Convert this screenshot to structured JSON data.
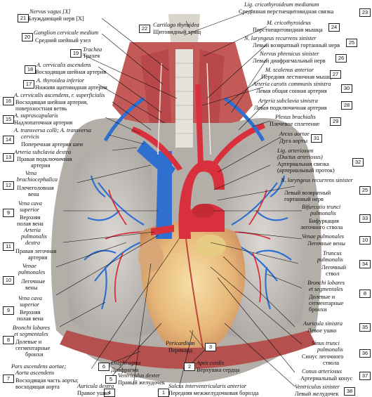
{
  "labels": {
    "n21": {
      "num": "21",
      "lat": "Nervus vagus [X]",
      "ru": "Блуждающий нерв [X]"
    },
    "n20": {
      "num": "20",
      "lat": "Ganglion cervicale medium",
      "ru": "Средний шейный узел"
    },
    "n19": {
      "num": "19",
      "lat": "Trachea",
      "ru": "Трахея"
    },
    "n18": {
      "num": "18",
      "lat": "A. cervicalis ascendens",
      "ru": "Восходящая шейная артерия"
    },
    "n17": {
      "num": "17",
      "lat": "A. thyroidea inferior",
      "ru": "Нижняя щитовидная артерия"
    },
    "n16": {
      "num": "16",
      "lat1": "A. cervicalis ascendens, r. superficialis",
      "ru1": "Восходящая шейная артерия,",
      "ru2": "поверхностная ветвь"
    },
    "n15": {
      "num": "15",
      "lat": "A. suprascapularis",
      "ru": "Надлопаточная артерия"
    },
    "n14": {
      "num": "14",
      "lat1": "A. transversa colli; A. transversa",
      "lat2": "cervicis",
      "ru": "Поперечная артерия шеи"
    },
    "n13": {
      "num": "13",
      "lat": "Arteria subclavia dextra",
      "ru1": "Правая подключичная",
      "ru2": "артерия"
    },
    "n12": {
      "num": "12",
      "lat1": "Vena",
      "lat2": "brachiocephalica",
      "ru1": "Плечеголовная",
      "ru2": "вена"
    },
    "n9a": {
      "num": "9",
      "lat1": "Vena cava",
      "lat2": "superior",
      "ru1": "Верхняя",
      "ru2": "полая вена"
    },
    "n11": {
      "num": "11",
      "lat1": "Arteria",
      "lat2": "pulmonalis",
      "lat3": "dextra",
      "ru1": "Правая легочная",
      "ru2": "артерия"
    },
    "n10a": {
      "num": "10",
      "lat1": "Venae",
      "lat2": "pulmonales",
      "ru1": "Легочные",
      "ru2": "вены"
    },
    "n9b": {
      "num": "9",
      "lat1": "Vena cava",
      "lat2": "superior",
      "ru1": "Верхняя",
      "ru2": "полая вена"
    },
    "n8a": {
      "num": "8",
      "lat1": "Bronchi lobares",
      "lat2": "et segmentales",
      "ru1": "Долевые и",
      "ru2": "сегментарные",
      "ru3": "бронхи"
    },
    "n7": {
      "num": "7",
      "lat1": "Pars ascendens aortae;",
      "lat2": "Aorta ascendens",
      "ru1": "Восходящая часть аорты;",
      "ru2": "восходящая аорта"
    },
    "n6": {
      "num": "6",
      "lat": "Diaphragma",
      "ru": "Диафрагма"
    },
    "n5": {
      "num": "5",
      "lat": "Ventriculus dexter",
      "ru": "Правый желудочек"
    },
    "n4": {
      "num": "4",
      "lat": "Auricula dextra",
      "ru": "Правое ушко"
    },
    "n3": {
      "num": "3",
      "lat": "Pericardium",
      "ru": "Перикард"
    },
    "n2": {
      "num": "2",
      "lat": "Apex cordis",
      "ru": "Верхушка сердца"
    },
    "n1": {
      "num": "1",
      "lat": "Sulcus interventricularis anterior",
      "ru": "Передняя межжелудочковая борозда"
    },
    "n22": {
      "num": "22",
      "lat": "Cartilago thyroidea",
      "ru": "Щитовидный хрящ"
    },
    "n23": {
      "num": "23",
      "lat": "Lig. cricothyroideum medianum",
      "ru": "Срединная перстнещитовидная связка"
    },
    "n24": {
      "num": "24",
      "lat": "M. cricothyroideus",
      "ru": "Перстнещитовидная мышца"
    },
    "n25a": {
      "num": "25",
      "lat": "N. laryngeus recurrens sinister",
      "ru": "Левый возвратный гортанный нерв"
    },
    "n26": {
      "num": "26",
      "lat": "Nervus phrenicus sinister",
      "ru": "Левый диафрагмальный нерв"
    },
    "n27": {
      "num": "27",
      "lat": "M. scalenus anterior",
      "ru": "Передняя лестничная мышца"
    },
    "n28a": {
      "num": "",
      "lat": "Arteria carotis communis sinistra",
      "ru": "Левая общая сонная артерия"
    },
    "n28": {
      "num": "28",
      "lat": "Arteria subclavia sinistra",
      "ru": "Левая подключичная артерия"
    },
    "n29": {
      "num": "29",
      "lat": "Plexus brachialis",
      "ru": "Плечевое сплетение"
    },
    "n31": {
      "num": "31",
      "lat": "Arcus aortae",
      "ru": "Дуга аорты"
    },
    "n32": {
      "num": "32",
      "lat1": "Lig. arteriosum",
      "lat2": "(Ductus arteriosus)",
      "ru1": "Артериальная связка",
      "ru2": "(артериальный проток)"
    },
    "n25b": {
      "num": "25",
      "lat": "N. laryngeus recurrens sinister",
      "ru1": "Левый возвратный",
      "ru2": "гортанный нерв"
    },
    "n33": {
      "num": "33",
      "lat1": "Bifurcatio trunci",
      "lat2": "pulmonalis",
      "ru1": "Бифуркация",
      "ru2": "легочного ствола"
    },
    "n10b": {
      "num": "10",
      "lat": "Venae pulmonales",
      "ru": "Легочные вены"
    },
    "n34": {
      "num": "34",
      "lat1": "Truncus",
      "lat2": "pulmonalis",
      "ru1": "Легочный",
      "ru2": "ствол"
    },
    "n8b": {
      "num": "8",
      "lat1": "Bronchi lobares",
      "lat2": "et segmentales",
      "ru1": "Долевые и",
      "ru2": "сегментарные",
      "ru3": "бронхи"
    },
    "n35": {
      "num": "35",
      "lat": "Auricula sinistra",
      "ru": "Левое ушко"
    },
    "n36": {
      "num": "36",
      "lat1": "Sinus trunci",
      "lat2": "pulmonalis",
      "ru1": "Синус легочного",
      "ru2": "ствола"
    },
    "n37": {
      "num": "37",
      "lat": "Conus arteriosus",
      "ru": "Артериальный конус"
    },
    "n38": {
      "num": "38",
      "lat": "Ventriculus sinister",
      "ru": "Левый желудочек"
    }
  },
  "colors": {
    "lung": "#c9c6c2",
    "artery": "#d8303c",
    "vein": "#2f6fd0",
    "muscle": "#b8484c",
    "heart": "#e9c08a",
    "fat": "#f2d77a"
  }
}
